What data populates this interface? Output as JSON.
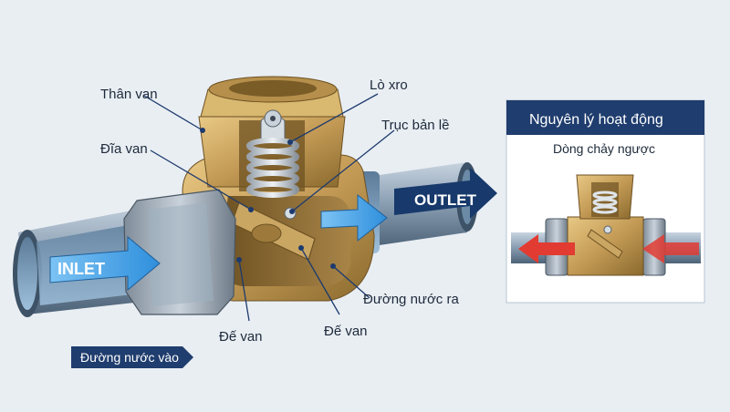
{
  "labels": {
    "than_van": "Thân van",
    "dia_van": "Đĩa van",
    "lo_xro": "Lò xro",
    "truc_ban_le": "Trục bản lề",
    "de_van_left": "Đế van",
    "de_van_right": "Đế van",
    "duong_nuoc_ra": "Đường nước ra"
  },
  "flow": {
    "inlet": "INLET",
    "outlet": "OUTLET",
    "inlet_caption": "Đường nước vào"
  },
  "panel": {
    "title": "Nguyên lý hoạt động",
    "subtitle": "Dòng chảy ngược"
  },
  "colors": {
    "navy": "#1f3d6e",
    "brass": "#c8a05a",
    "brass_dark": "#8a6a2e",
    "pipe": "#8fa3b8",
    "flow_blue": "#3c9be0",
    "reverse_red": "#e23b32"
  }
}
